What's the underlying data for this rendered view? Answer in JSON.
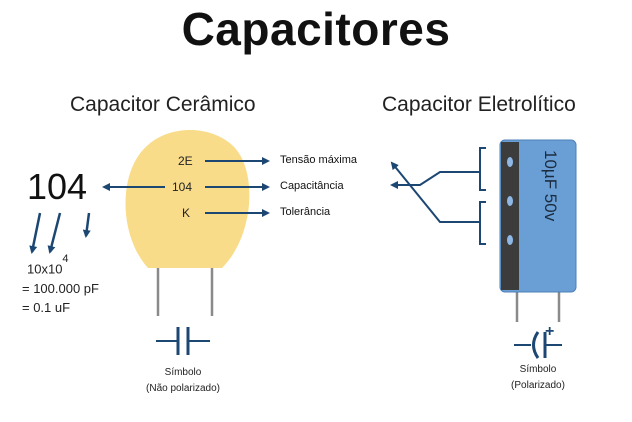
{
  "title": "Capacitores",
  "ceramic": {
    "heading": "Capacitor Cerâmico",
    "code_lines": [
      "2E",
      "104",
      "K"
    ],
    "labels": [
      "Tensão máxima",
      "Capacitância",
      "Tolerância"
    ],
    "big_code": "104",
    "formula_base": "10x10",
    "formula_exp": "4",
    "formula_pf": "= 100.000 pF",
    "formula_uf": "= 0.1 uF",
    "symbol_line1": "Símbolo",
    "symbol_line2": "(Não polarizado)"
  },
  "electrolytic": {
    "heading": "Capacitor Eletrolítico",
    "body_text": "10µF 50v",
    "symbol_plus": "+",
    "symbol_line1": "Símbolo",
    "symbol_line2": "(Polarizado)"
  },
  "colors": {
    "ceramic_body": "#f9dc8a",
    "arrow": "#1c4773",
    "electrolytic_body": "#6a9fd6",
    "electrolytic_stripe": "#3c3c3c"
  }
}
